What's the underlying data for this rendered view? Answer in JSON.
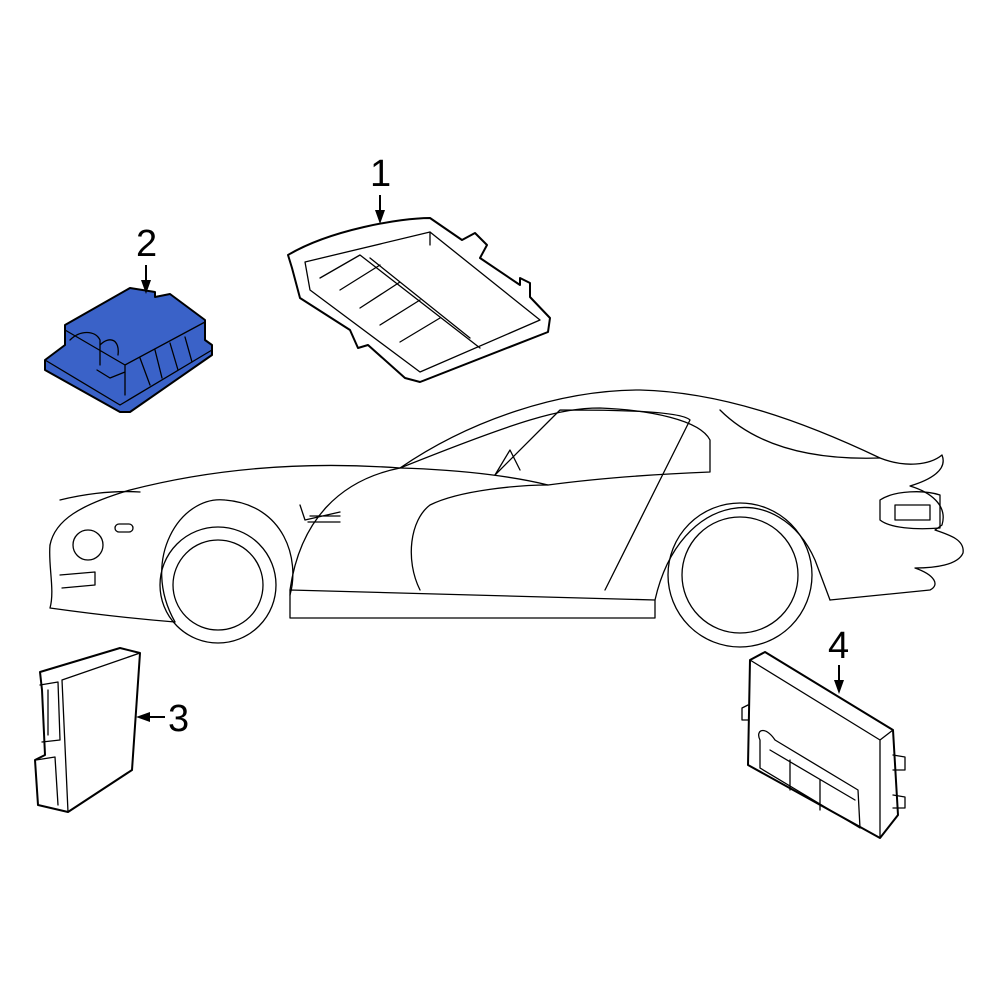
{
  "callouts": [
    {
      "number": "1",
      "part": "upper-module"
    },
    {
      "number": "2",
      "part": "highlighted-module"
    },
    {
      "number": "3",
      "part": "side-module"
    },
    {
      "number": "4",
      "part": "control-module"
    }
  ],
  "colors": {
    "highlight": "#3a62c8",
    "line": "#000000",
    "background": "#ffffff"
  }
}
